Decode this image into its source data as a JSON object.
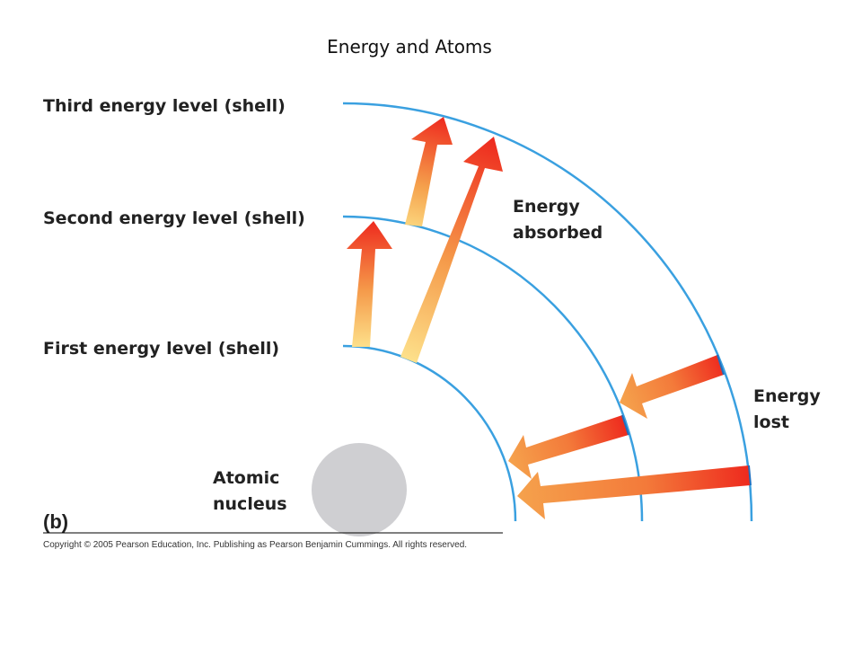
{
  "title": "Energy and Atoms",
  "levels": {
    "third": "Third energy level (shell)",
    "second": "Second energy level (shell)",
    "first": "First energy level (shell)"
  },
  "energy_absorbed": {
    "line1": "Energy",
    "line2": "absorbed"
  },
  "energy_lost": {
    "line1": "Energy",
    "line2": "lost"
  },
  "nucleus": {
    "line1": "Atomic",
    "line2": "nucleus"
  },
  "figure_label": "(b)",
  "copyright": "Copyright © 2005 Pearson Education, Inc. Publishing as Pearson Benjamin Cummings. All rights reserved.",
  "colors": {
    "shell": "#3aa0e0",
    "nucleus": "#cfcfd2",
    "arrow_hot": "#ee2a1e",
    "arrow_warm": "#f5a14c",
    "arrow_pale": "#fde08a",
    "divider": "#000000"
  }
}
